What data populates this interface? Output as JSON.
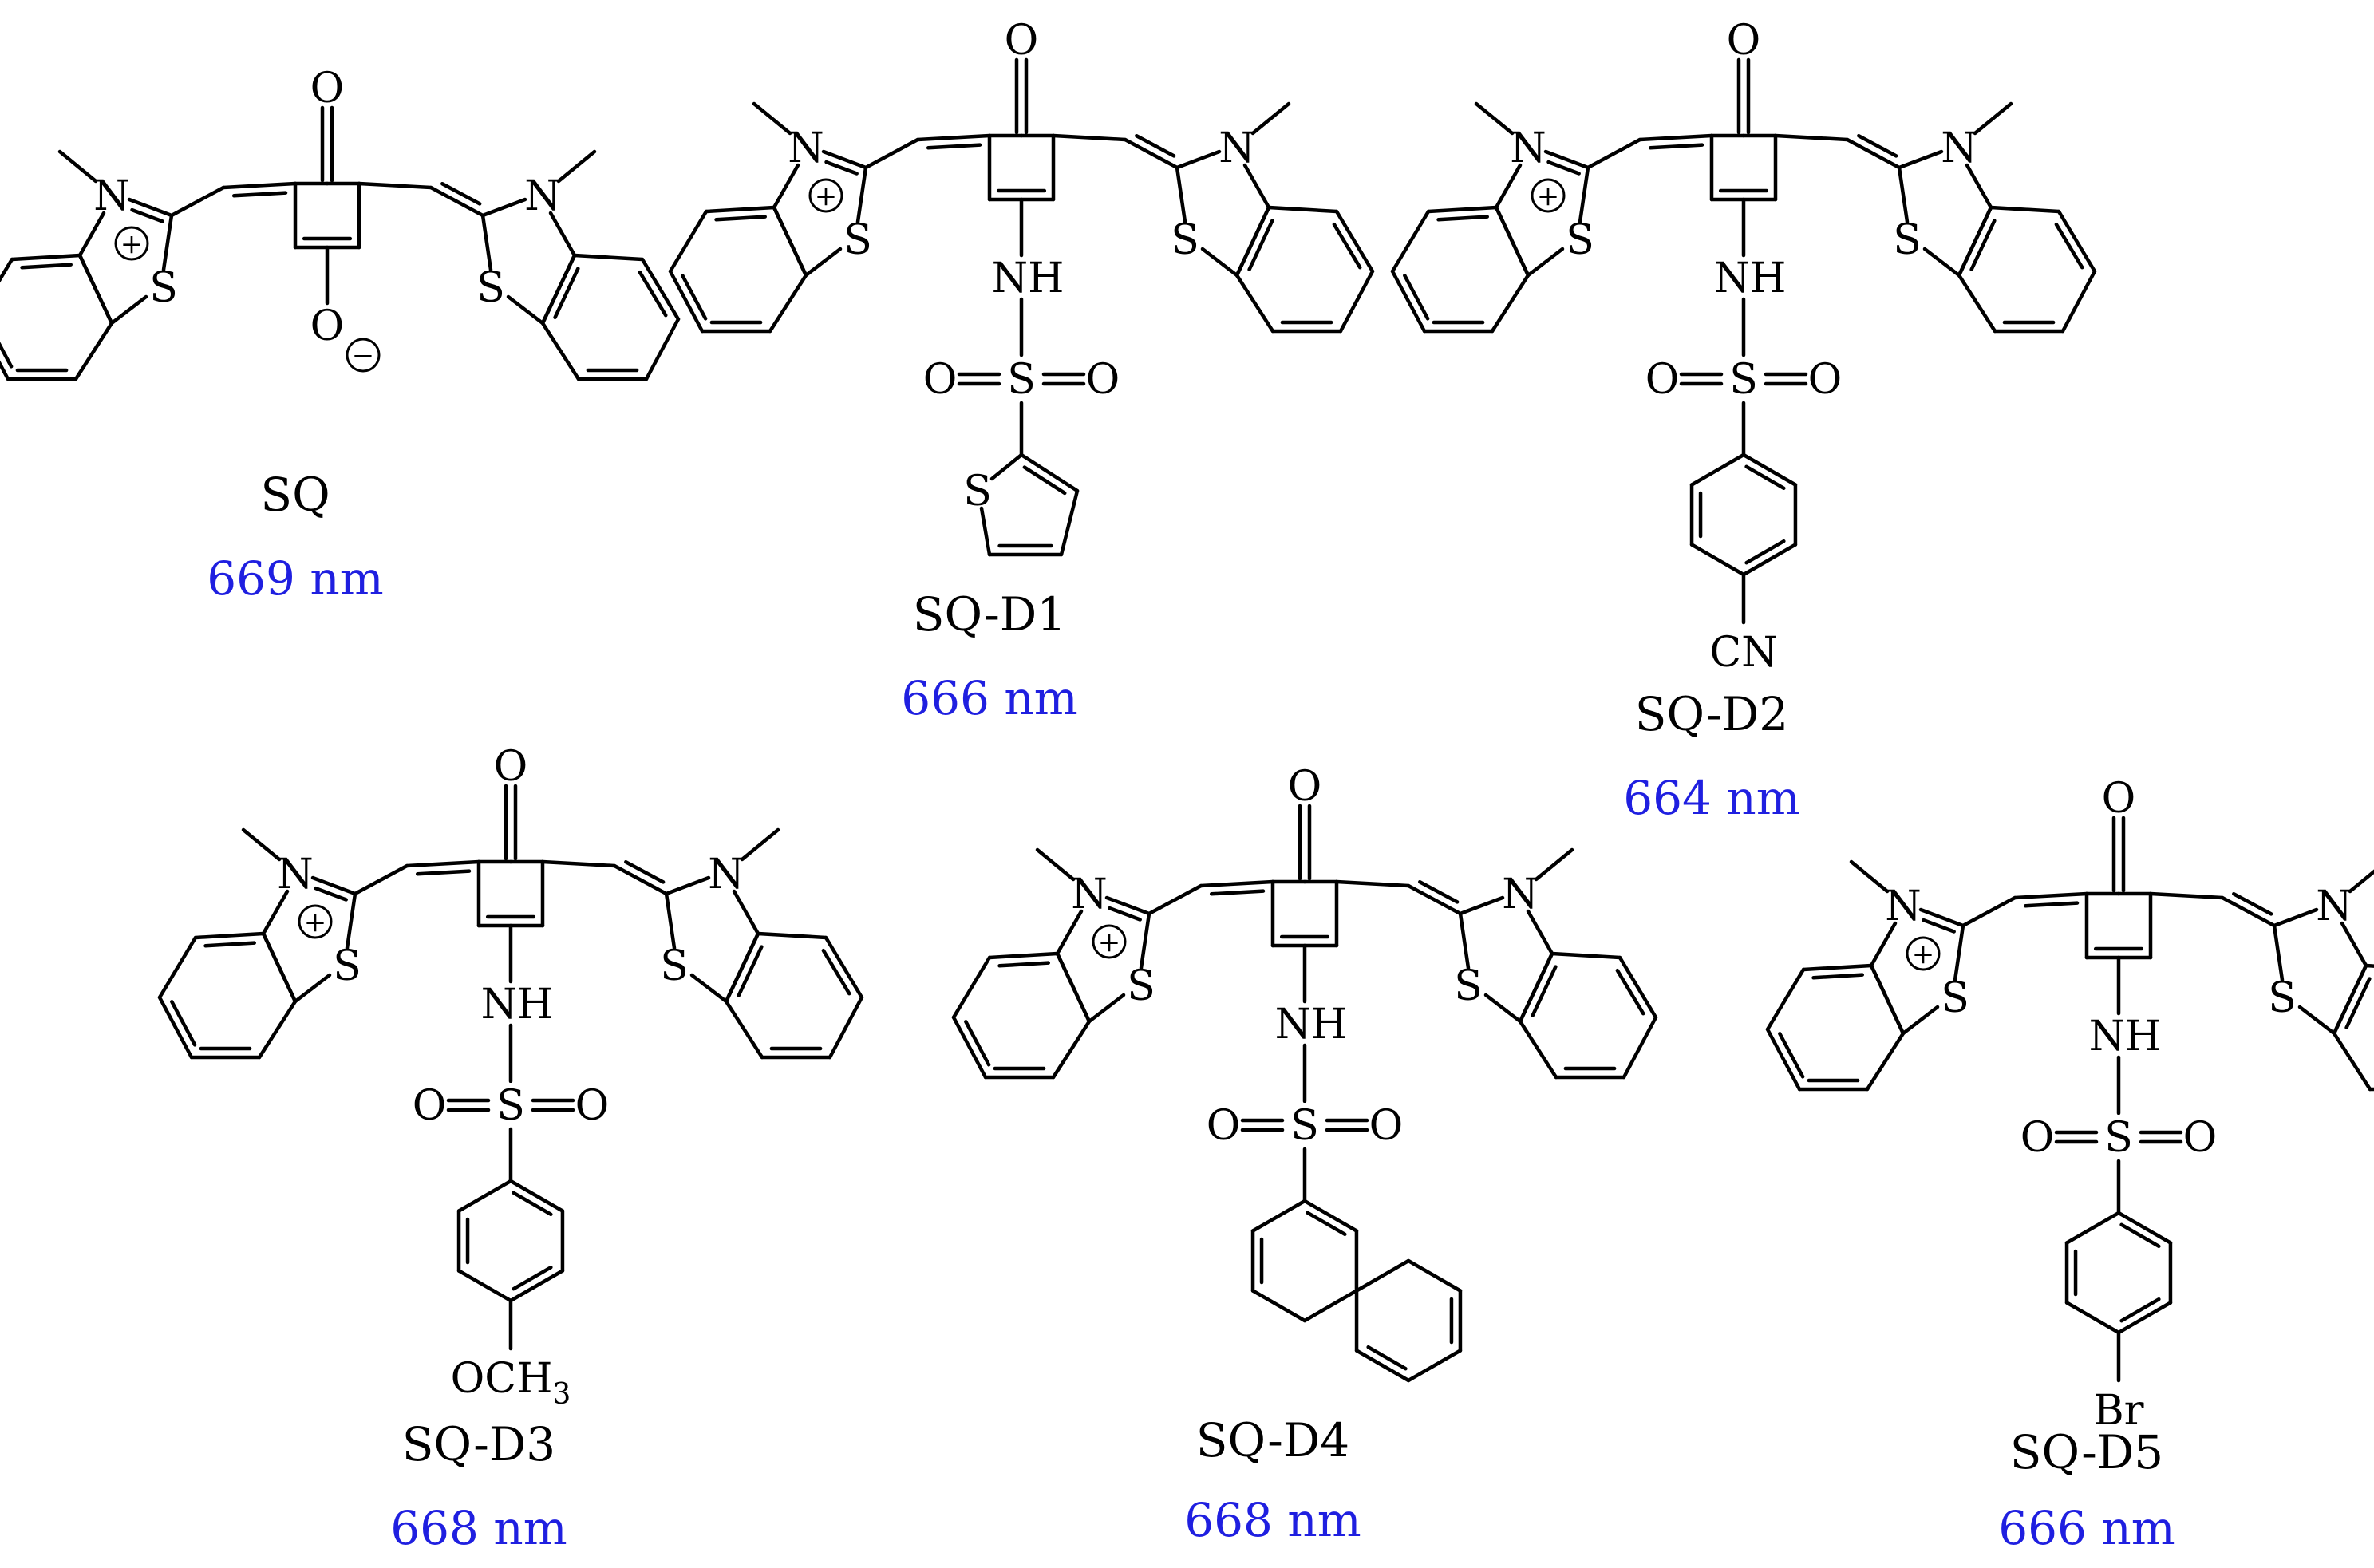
{
  "atoms": {
    "oxygen": "O",
    "nitrogen": "N",
    "sulfur": "S",
    "amine": "NH",
    "sulfonyl_left_o": "O",
    "sulfonyl_s": "S",
    "sulfonyl_right_o": "O",
    "charge_plus": "+",
    "charge_minus": "−"
  },
  "colors": {
    "wavelength": "#1f1fe0",
    "structure": "#000000"
  },
  "compounds": [
    {
      "name": "SQ",
      "wavelength": "669 nm",
      "substituent": "oxide",
      "substituent_label": "O"
    },
    {
      "name": "SQ-D1",
      "wavelength": "666 nm",
      "substituent": "thiophene",
      "substituent_label": "S"
    },
    {
      "name": "SQ-D2",
      "wavelength": "664 nm",
      "substituent": "phenyl-para",
      "substituent_label": "CN"
    },
    {
      "name": "SQ-D3",
      "wavelength": "668 nm",
      "substituent": "phenyl-para",
      "substituent_label": "OCH",
      "substituent_sub": "3"
    },
    {
      "name": "SQ-D4",
      "wavelength": "668 nm",
      "substituent": "naphthalene",
      "substituent_label": ""
    },
    {
      "name": "SQ-D5",
      "wavelength": "666 nm",
      "substituent": "phenyl-para",
      "substituent_label": "Br"
    }
  ]
}
